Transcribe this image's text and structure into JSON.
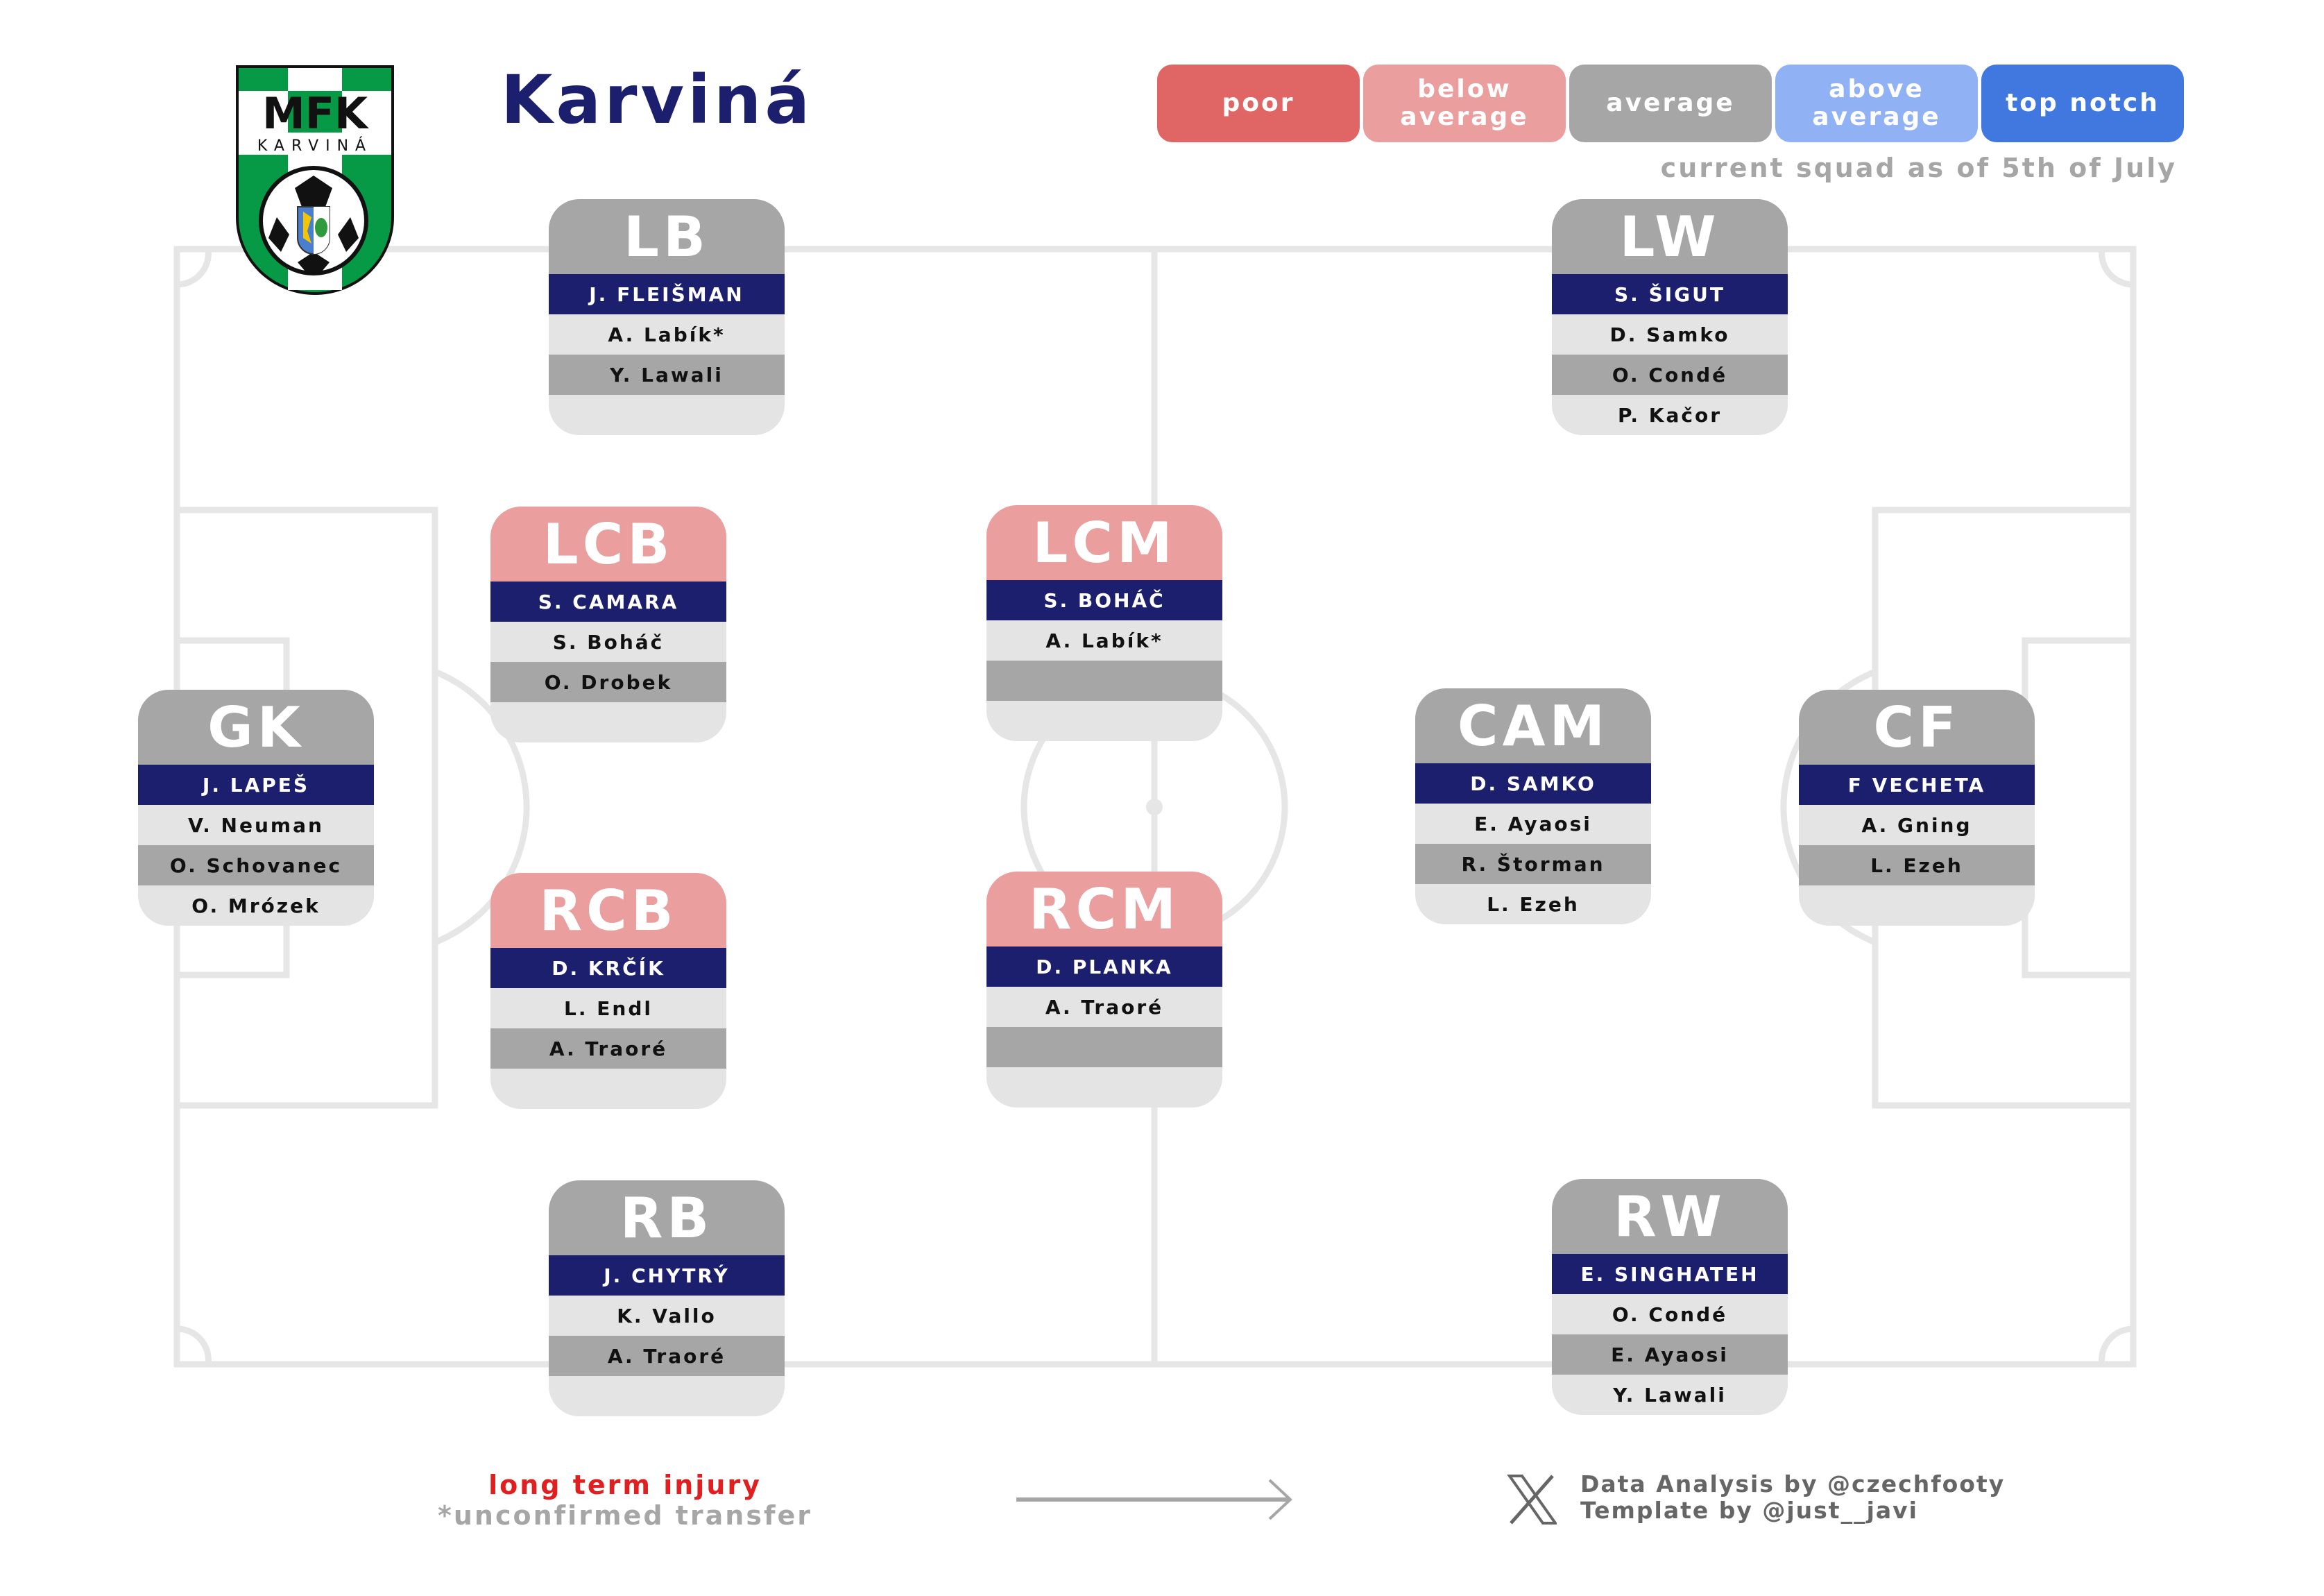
{
  "header": {
    "title": "Karviná",
    "subtitle": "current squad as of 5th of July",
    "logo_text": {
      "top": "MFK",
      "bottom": "KARVINÁ"
    }
  },
  "legend": [
    {
      "label": "poor",
      "color": "#e06666"
    },
    {
      "label": "below average",
      "color": "#ea9e9e"
    },
    {
      "label": "average",
      "color": "#a6a6a6"
    },
    {
      "label": "above average",
      "color": "#90b2f5"
    },
    {
      "label": "top notch",
      "color": "#4178e0"
    }
  ],
  "positions": [
    {
      "pos": "LB",
      "rating": "average",
      "players": [
        "J. FLEIŠMAN",
        "A. Labík*",
        "Y. Lawali"
      ]
    },
    {
      "pos": "LW",
      "rating": "average",
      "players": [
        "S. ŠIGUT",
        "D. Samko",
        "O. Condé",
        "P. Kačor"
      ]
    },
    {
      "pos": "LCB",
      "rating": "below average",
      "players": [
        "S. CAMARA",
        "S. Boháč",
        "O. Drobek"
      ]
    },
    {
      "pos": "LCM",
      "rating": "below average",
      "players": [
        "S. BOHÁČ",
        "A. Labík*"
      ]
    },
    {
      "pos": "GK",
      "rating": "average",
      "players": [
        "J. LAPEŠ",
        "V. Neuman",
        "O. Schovanec",
        "O. Mrózek"
      ]
    },
    {
      "pos": "CAM",
      "rating": "average",
      "players": [
        "D. SAMKO",
        "E. Ayaosi",
        "R. Štorman",
        "L. Ezeh"
      ]
    },
    {
      "pos": "CF",
      "rating": "average",
      "players": [
        "F VECHETA",
        "A. Gning",
        "L. Ezeh"
      ]
    },
    {
      "pos": "RCB",
      "rating": "below average",
      "players": [
        "D. KRČÍK",
        "L. Endl",
        "A. Traoré"
      ]
    },
    {
      "pos": "RCM",
      "rating": "below average",
      "players": [
        "D. PLANKA",
        "A. Traoré"
      ]
    },
    {
      "pos": "RB",
      "rating": "average",
      "players": [
        "J. CHYTRÝ",
        "K. Vallo",
        "A. Traoré"
      ]
    },
    {
      "pos": "RW",
      "rating": "average",
      "players": [
        "E. SINGHATEH",
        "O. Condé",
        "E. Ayaosi",
        "Y. Lawali"
      ]
    }
  ],
  "footer": {
    "injury_label": "long term injury",
    "injury_color": "#e02020",
    "transfer_label": "*unconfirmed transfer",
    "credit_analysis": "Data Analysis by @czechfooty",
    "credit_template": "Template by @just__javi",
    "social_icon": "x-logo-icon"
  }
}
